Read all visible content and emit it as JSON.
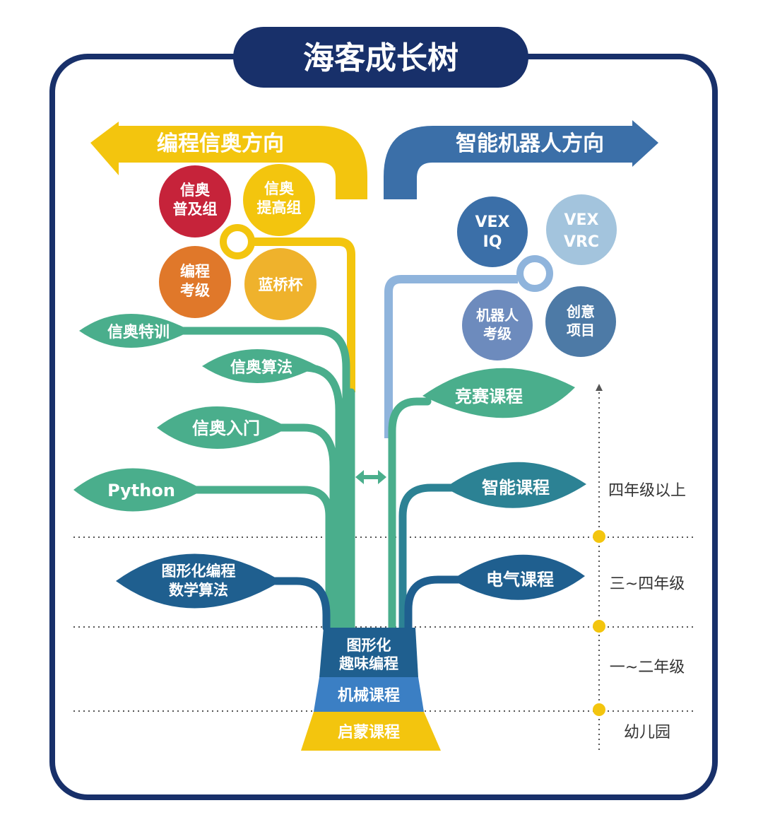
{
  "title": "海客成长树",
  "directions": {
    "left": "编程信奥方向",
    "right": "智能机器人方向"
  },
  "left_circles": {
    "puji": [
      "信奥",
      "普及组"
    ],
    "tigao": [
      "信奥",
      "提高组"
    ],
    "kaoji": [
      "编程",
      "考级"
    ],
    "lanqiao": [
      "蓝桥杯"
    ]
  },
  "right_circles": {
    "vexiq": [
      "VEX",
      "IQ"
    ],
    "vexvrc": [
      "VEX",
      "VRC"
    ],
    "robot": [
      "机器人",
      "考级"
    ],
    "chuangyi": [
      "创意",
      "项目"
    ]
  },
  "left_leaves": {
    "texun": "信奥特训",
    "suanfa": "信奥算法",
    "rumen": "信奥入门",
    "python": "Python",
    "graphic": [
      "图形化编程",
      "数学算法"
    ]
  },
  "right_leaves": {
    "jingsai": "竞赛课程",
    "zhineng": "智能课程",
    "dianqi": "电气课程"
  },
  "trunk": {
    "top": [
      "图形化",
      "趣味编程"
    ],
    "middle": "机械课程",
    "bottom": "启蒙课程"
  },
  "levels": [
    "四年级以上",
    "三~四年级",
    "一~二年级",
    "幼儿园"
  ],
  "colors": {
    "navy": "#18306a",
    "yellow": "#f3c50e",
    "blue": "#3b6fa8",
    "green": "#4aae8c",
    "teal": "#2c8294",
    "darkblue": "#1f5f8f",
    "red": "#c6233a",
    "orange": "#e0782a",
    "amber": "#efb22c",
    "lightblue": "#8fb4dc"
  }
}
